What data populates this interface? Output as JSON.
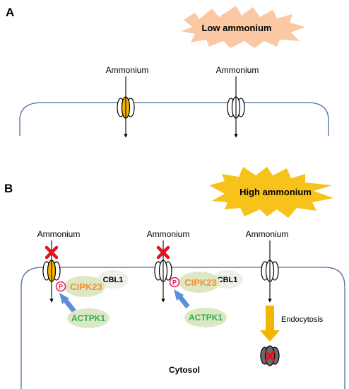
{
  "panel_a": {
    "label": "A",
    "banner": "Low ammonium",
    "ammonium_left": "Ammonium",
    "ammonium_right": "Ammonium"
  },
  "panel_b": {
    "label": "B",
    "banner": "High ammonium",
    "ammonium_1": "Ammonium",
    "ammonium_2": "Ammonium",
    "ammonium_3": "Ammonium",
    "cipk_1": "CIPK23",
    "cipk_2": "CIPK23",
    "cbl_1": "CBL1",
    "cbl_2": "CBL1",
    "actpk_1": "ACTPK1",
    "actpk_2": "ACTPK1",
    "phospho_1": "P",
    "phospho_2": "P",
    "endocytosis": "Endocytosis",
    "cytosol": "Cytosol"
  },
  "colors": {
    "membrane": "#4a6d9c",
    "low_banner": "#fbc8a4",
    "high_banner": "#f7c21a",
    "active_subunit": "#f5b400",
    "block_mark": "#e8101a",
    "cipk_bubble": "#dce8c4",
    "cbl_bubble": "#efeee8",
    "phospho_ring": "#e0195c",
    "activation_arrow": "#5b8fd6",
    "endocytosis_arrow": "#f5b400",
    "internalized": "#6a6a6a"
  },
  "icons": [
    "transporter-icon",
    "block-x-icon",
    "phospho-icon",
    "activation-arrow-icon",
    "endocytosis-arrow-icon"
  ]
}
